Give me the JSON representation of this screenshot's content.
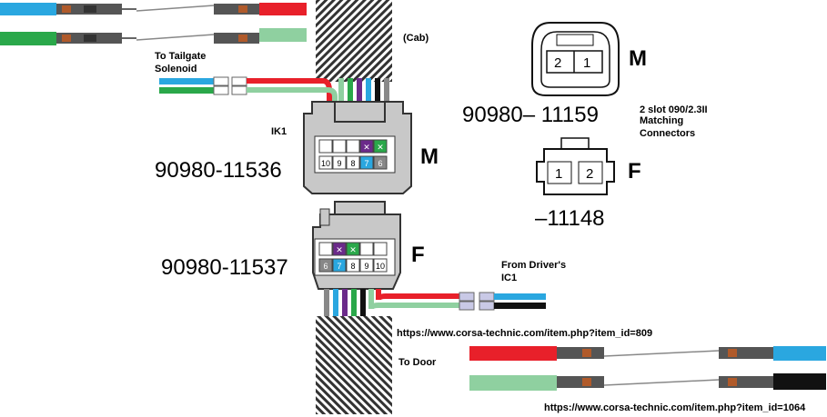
{
  "labels": {
    "cab": "(Cab)",
    "to_tailgate_line1": "To Tailgate",
    "to_tailgate_line2": "Solenoid",
    "ik1": "IK1",
    "from_driver_line1": "From Driver's",
    "from_driver_line2": "IC1",
    "to_door": "To Door",
    "slot_line1": "2 slot 090/2.3II",
    "slot_line2": "Matching",
    "slot_line3": "Connectors",
    "url_809": "https://www.corsa-technic.com/item.php?item_id=809",
    "url_1064": "https://www.corsa-technic.com/item.php?item_id=1064"
  },
  "part_numbers": {
    "ik1_male": "90980-11536",
    "ik1_female": "90980-11537",
    "slot_male": "90980– 11159",
    "slot_female": "–11148"
  },
  "gender": {
    "male": "M",
    "female": "F"
  },
  "male_connector_pins": {
    "row_bottom": [
      "10",
      "9",
      "8",
      "7",
      "6"
    ],
    "row_top_marks": [
      "✕",
      "✕"
    ]
  },
  "female_connector_pins": {
    "row_top_marks": [
      "✕",
      "✕"
    ],
    "row_bottom": [
      "6",
      "7",
      "8",
      "9",
      "10"
    ]
  },
  "slot_male_pins": [
    "2",
    "1"
  ],
  "slot_female_pins": [
    "1",
    "2"
  ],
  "colors": {
    "blue": "#2aa7e0",
    "red": "#e8202a",
    "green": "#2aa84a",
    "light_green": "#8fd0a0",
    "purple": "#6b2a8a",
    "black": "#111111",
    "gray": "#888888",
    "connector_fill": "#c8c8c8"
  }
}
